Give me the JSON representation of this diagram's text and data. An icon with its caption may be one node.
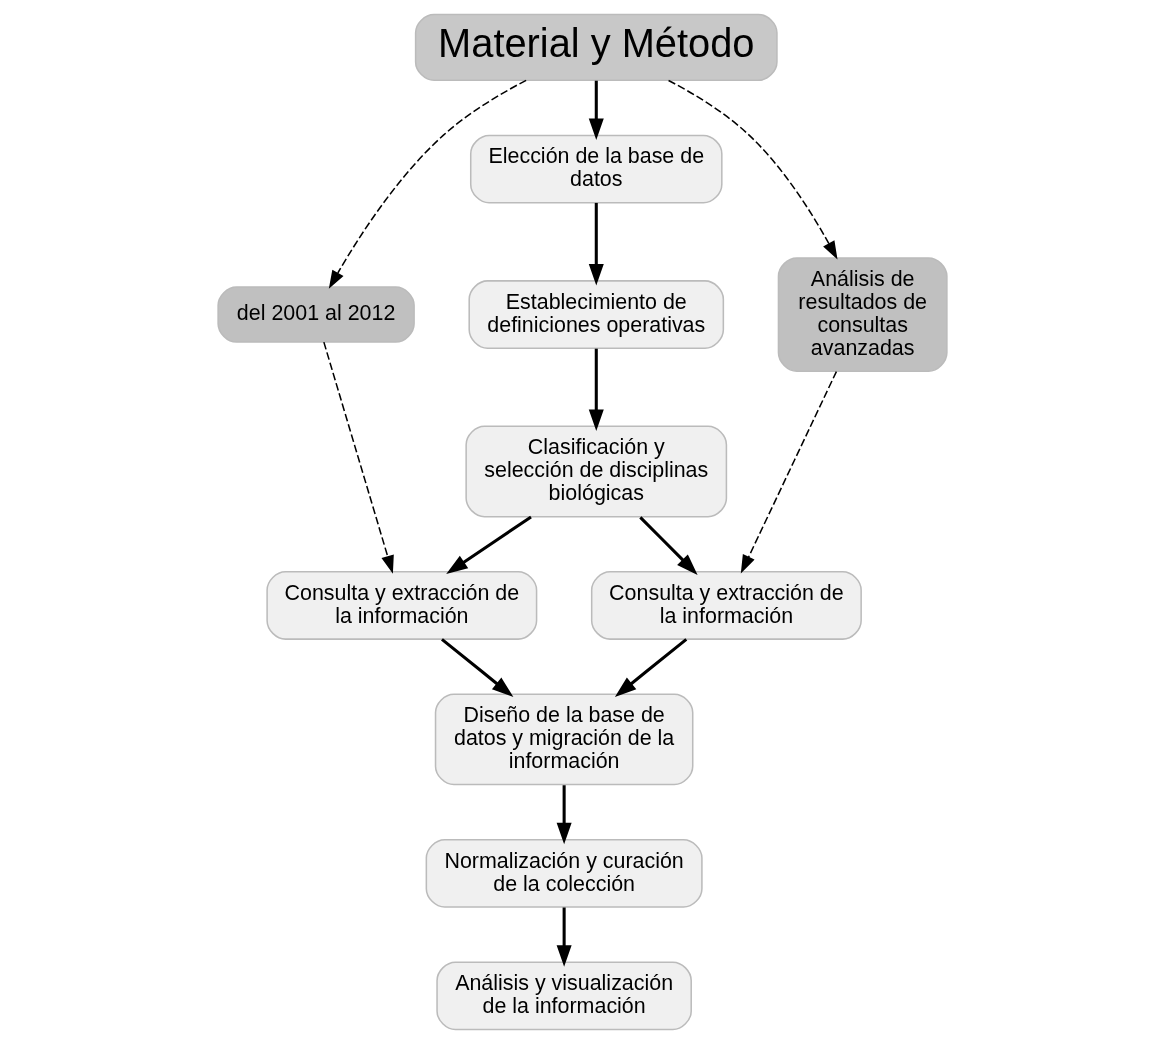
{
  "diagram": {
    "nodes": [
      {
        "text": [
          "Material y Método"
        ]
      },
      {
        "text": [
          "Elección de la base de datos"
        ]
      },
      {
        "text": [
          "Establecimiento de definiciones operativas"
        ]
      },
      {
        "text": [
          "Clasificación y selección de disciplinas biológicas"
        ]
      },
      {
        "text": [
          "del 2001 al 2012"
        ]
      },
      {
        "text": [
          "Análisis de resultados de consultas avanzadas"
        ]
      },
      {
        "text": [
          "Consulta y extracción de la información"
        ]
      },
      {
        "text": [
          "Consulta y extracción de la información"
        ]
      },
      {
        "text": [
          "Diseño de la base de datos y migración de la información"
        ]
      },
      {
        "text": [
          "Normalización y curación de la colección"
        ]
      },
      {
        "text": [
          "Análisis y visualización de la información"
        ]
      }
    ],
    "edges": [
      {
        "from": 0,
        "to": 1,
        "arrow": "to"
      },
      {
        "from": 0,
        "to": 4,
        "arrow": "to",
        "style": "dashed"
      },
      {
        "from": 0,
        "to": 5,
        "arrow": "to",
        "style": "dashed"
      },
      {
        "from": 1,
        "to": 2,
        "arrow": "to"
      },
      {
        "from": 2,
        "to": 3,
        "arrow": "to"
      },
      {
        "from": 3,
        "to": 6,
        "arrow": "to"
      },
      {
        "from": 3,
        "to": 7,
        "arrow": "to"
      },
      {
        "from": 4,
        "to": 6,
        "arrow": "to",
        "style": "dashed"
      },
      {
        "from": 5,
        "to": 7,
        "arrow": "to",
        "style": "dashed"
      },
      {
        "from": 6,
        "to": 8,
        "arrow": "to"
      },
      {
        "from": 7,
        "to": 8,
        "arrow": "to"
      },
      {
        "from": 8,
        "to": 9,
        "arrow": "to"
      },
      {
        "from": 9,
        "to": 10,
        "arrow": "to"
      }
    ]
  }
}
